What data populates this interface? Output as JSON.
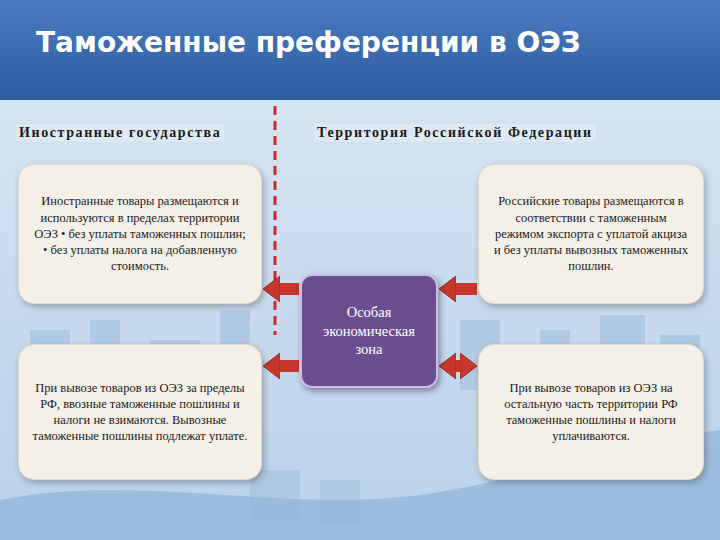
{
  "diagram": {
    "title": "Таможенные преференции в ОЭЗ",
    "nodes": [
      {
        "text": [
          "Иностранные товары размещаются и используются в пределах территории ОЭЗ • без уплаты таможенных пошлин; • без уплаты налога на добавленную стоимость."
        ]
      },
      {
        "text": [
          "Российские товары размещаются в соответствии с таможенным режимом экспорта с уплатой акциза и без уплаты вывозных таможенных пошлин."
        ]
      },
      {
        "text": [
          "Особая экономическая зона"
        ]
      },
      {
        "text": [
          "При вывозе товаров из ОЭЗ за пределы РФ, ввозные таможенные пошлины и налоги не взимаются. Вывозные таможенные пошлины подлежат уплате."
        ]
      },
      {
        "text": [
          "При вывозе товаров из ОЭЗ на остальную часть территории РФ таможенные пошлины и налоги уплачиваются."
        ]
      }
    ],
    "edges": [
      {
        "from": 2,
        "to": 0,
        "arrow": "to"
      },
      {
        "from": 1,
        "to": 2,
        "arrow": "to"
      },
      {
        "from": 2,
        "to": 3,
        "arrow": "to"
      },
      {
        "from": 2,
        "to": 4,
        "arrow": "both"
      }
    ],
    "labels": [
      "Иностранные государства",
      "Территория Российской Федерации"
    ]
  }
}
